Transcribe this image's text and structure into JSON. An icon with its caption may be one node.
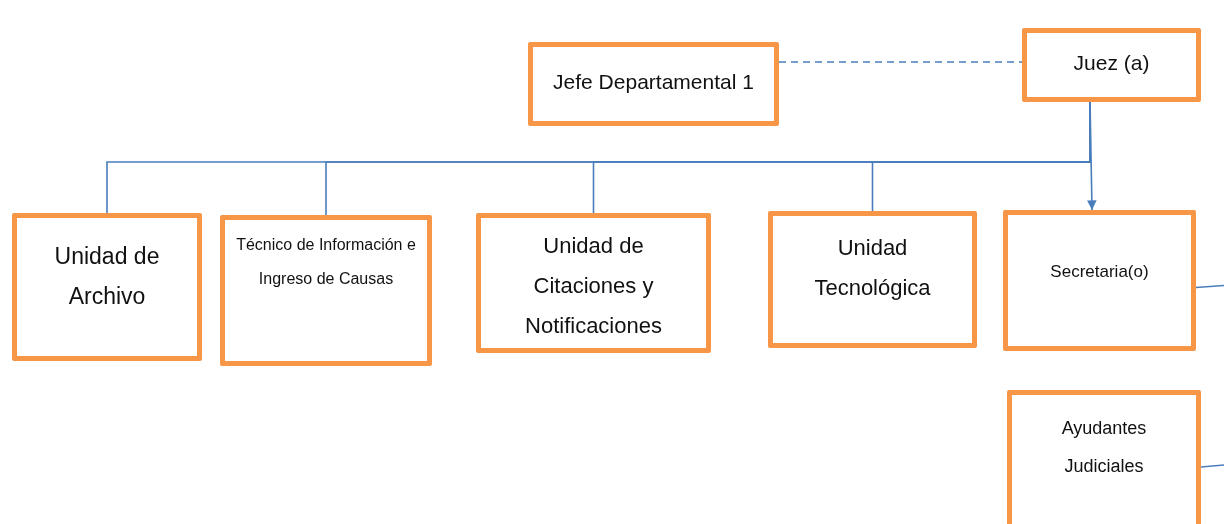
{
  "diagram": {
    "nodes": [
      {
        "text": [
          "Jefe Departamental 1"
        ]
      },
      {
        "text": [
          "Juez (a)"
        ]
      },
      {
        "text": [
          "Unidad  de Archivo"
        ]
      },
      {
        "text": [
          "Técnico de Información e Ingreso de Causas"
        ]
      },
      {
        "text": [
          "Unidad de Citaciones y Notificaciones"
        ]
      },
      {
        "text": [
          "Unidad Tecnológica"
        ]
      },
      {
        "text": [
          "Secretaria(o)"
        ]
      },
      {
        "text": [
          "Ayudantes Judiciales"
        ]
      }
    ],
    "edges": [
      {
        "from": 0,
        "to": 1,
        "arrow": "none",
        "style": "dashed"
      },
      {
        "from": 1,
        "to": 2,
        "arrow": "none"
      },
      {
        "from": 1,
        "to": 3,
        "arrow": "none"
      },
      {
        "from": 1,
        "to": 4,
        "arrow": "none"
      },
      {
        "from": 1,
        "to": 5,
        "arrow": "none"
      },
      {
        "from": 1,
        "to": 6,
        "arrow": "to"
      },
      {
        "from": 6,
        "to": null,
        "arrow": "none"
      },
      {
        "from": 7,
        "to": null,
        "arrow": "none"
      }
    ]
  }
}
